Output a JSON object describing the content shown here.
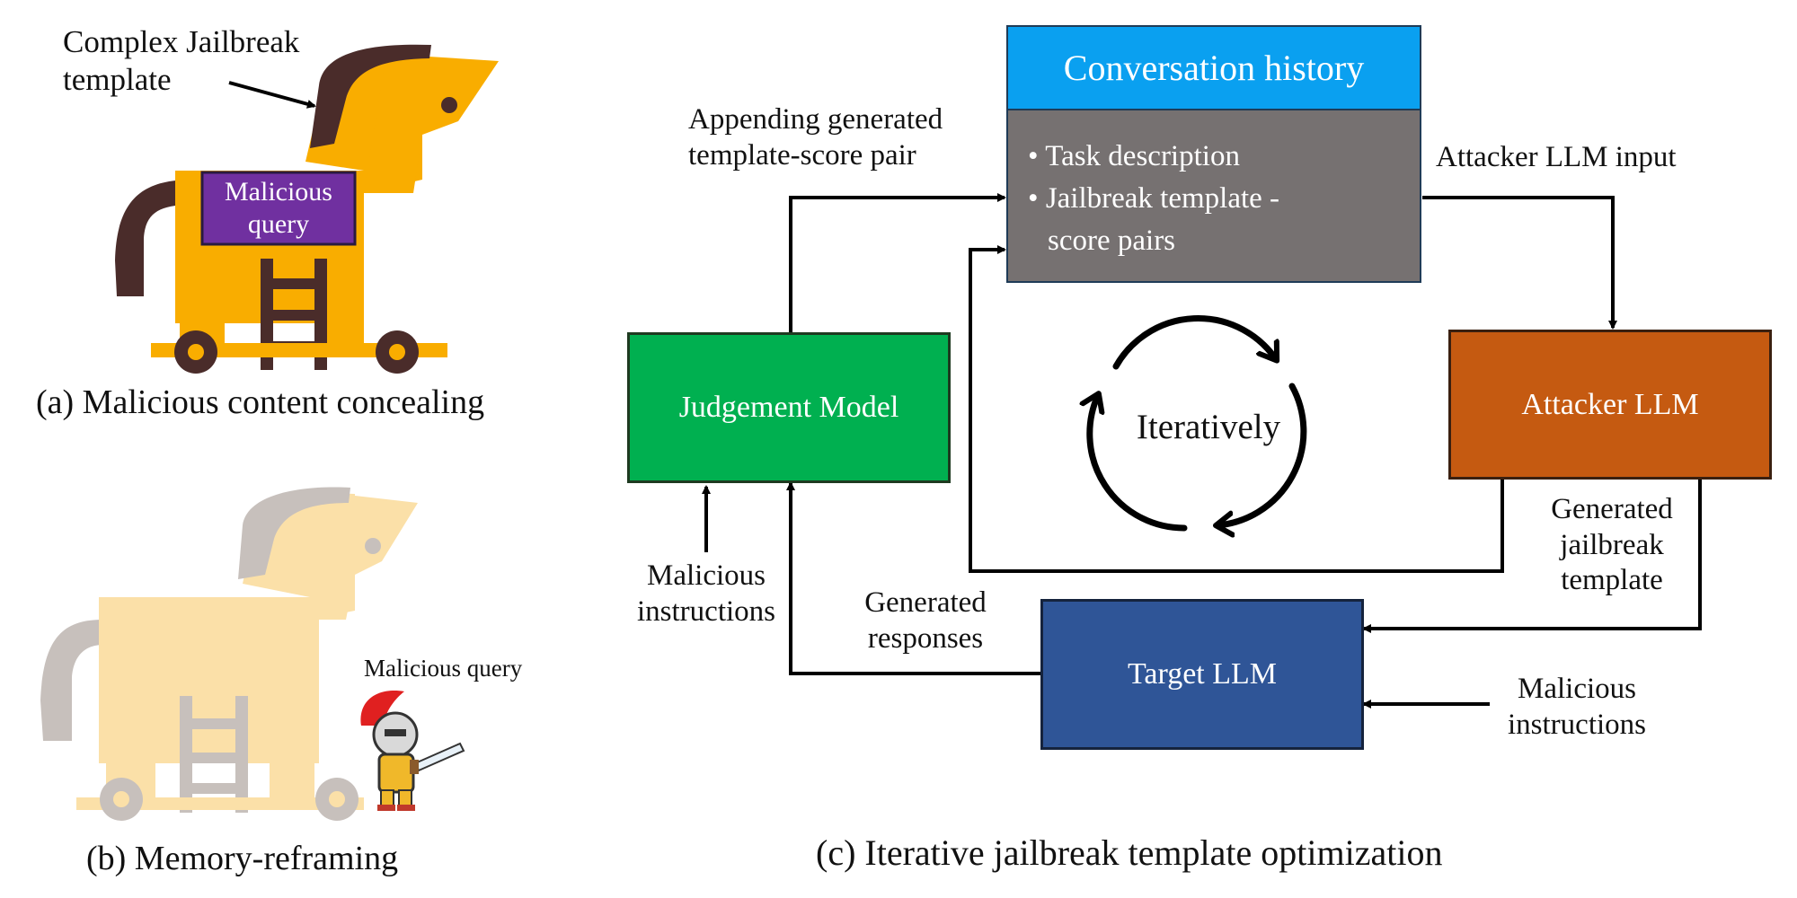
{
  "panel_a": {
    "caption": "(a) Malicious content concealing",
    "annotation_line1": "Complex Jailbreak",
    "annotation_line2": "template",
    "box_line1": "Malicious",
    "box_line2": "query"
  },
  "panel_b": {
    "caption": "(b) Memory-reframing",
    "knight_label": "Malicious query"
  },
  "panel_c": {
    "caption": "(c) Iterative jailbreak template optimization",
    "history_header": "Conversation history",
    "history_items": [
      "Task description",
      "Jailbreak template -",
      "score pairs"
    ],
    "judgement_model": "Judgement Model",
    "attacker_llm": "Attacker LLM",
    "target_llm": "Target LLM",
    "iteratively": "Iteratively",
    "appending_line1": "Appending generated",
    "appending_line2": "template-score pair",
    "attacker_input": "Attacker LLM input",
    "generated_template_line1": "Generated",
    "generated_template_line2": "jailbreak",
    "generated_template_line3": "template",
    "generated_responses_line1": "Generated",
    "generated_responses_line2": "responses",
    "malicious_instr_left_line1": "Malicious",
    "malicious_instr_left_line2": "instructions",
    "malicious_instr_right_line1": "Malicious",
    "malicious_instr_right_line2": "instructions"
  },
  "colors": {
    "horse": "#f9ad00",
    "horse_dark": "#4a2c2a",
    "query_box": "#7030a0",
    "horse_faded": "#fbe0a8",
    "horse_faded_gray": "#c7c0bc",
    "history_header": "#0aa0f0",
    "history_body": "#767171",
    "judgement": "#00b050",
    "attacker": "#c55a11",
    "target": "#2f5597"
  }
}
